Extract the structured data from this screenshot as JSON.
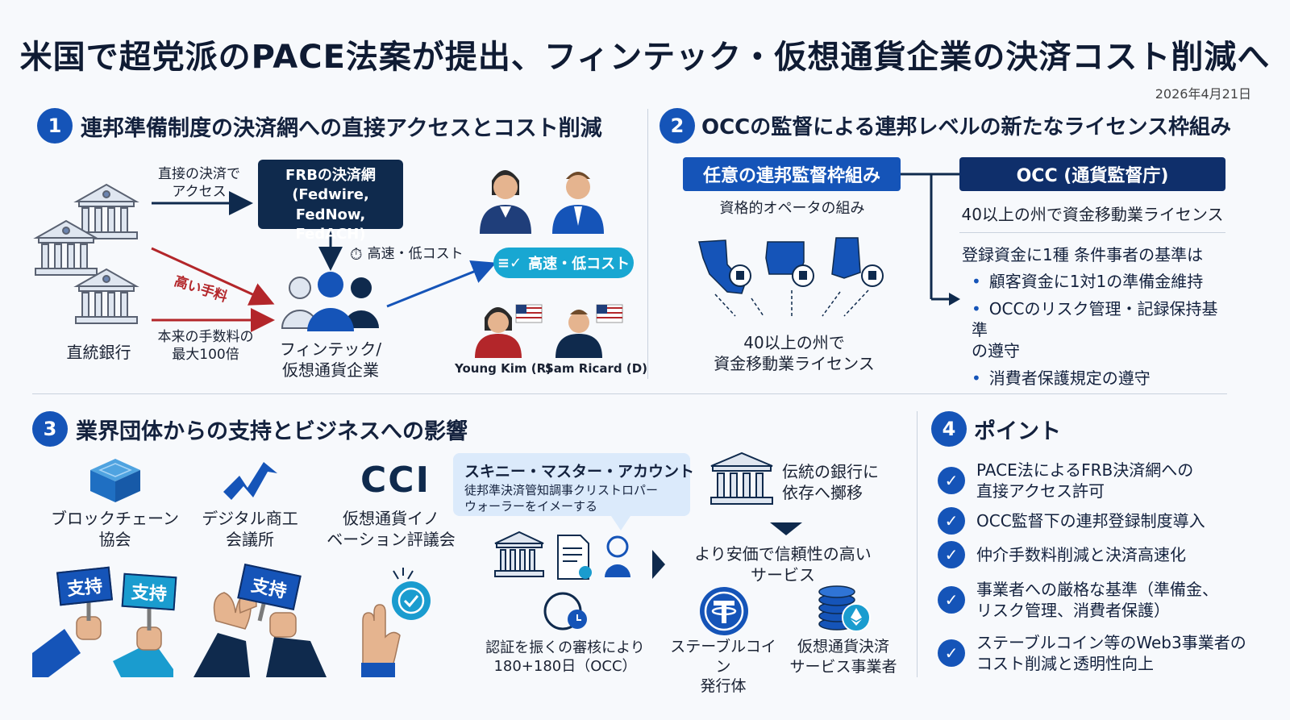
{
  "title": "米国で超党派のPACE法案が提出、フィンテック・仮想通貨企業の決済コスト削減へ",
  "date": "2026年4月21日",
  "sections": {
    "s1": {
      "num": "1",
      "title": "連邦準備制度の決済網への直接アクセスとコスト削減",
      "direct_access_label": "直接の決済で\nアクセス",
      "frb_box": "FRBの決済網\n(Fedwire, FedNow,\nFedACH)",
      "high_fee_label": "高い手料",
      "fee_note": "本来の手数料の\n最大100倍",
      "bank_label": "直統銀行",
      "speed_label": "高速・低コスト",
      "speed_pill": "高速・低コスト",
      "fintech_label": "フィンテック/\n仮想通貨企業",
      "sponsor1": "Young Kim (R)",
      "sponsor2": "Sam Ricard (D)"
    },
    "s2": {
      "num": "2",
      "title": "OCCの監督による連邦レベルの新たなライセンス枠組み",
      "left_box": "任意の連邦監督枠組み",
      "left_sub": "資格的オペータの組み",
      "right_box": "OCC (通貨監督庁)",
      "right_sub": "40以上の州で資金移動業ライセンス",
      "map_label": "40以上の州で\n資金移動業ライセンス",
      "req_heading": "登録資金に1種 条件事者の基準は",
      "bullets": [
        "顧客資金に1対1の準備金維持",
        "OCCのリスク管理・記録保持基準\nの遵守",
        "消費者保護規定の遵守"
      ]
    },
    "s3": {
      "num": "3",
      "title": "業界団体からの支持とビジネスへの影響",
      "org1": "ブロックチェーン\n協会",
      "org2": "デジタル商工\n会議所",
      "org3_logo": "CCI",
      "org3": "仮想通貨イノ\nベーション評議会",
      "sign_text": "支持",
      "bubble_title": "スキニー・マスター・アカウント",
      "bubble_body": "徒邦準決済管知調事クリストロパー\nウォーラーをイメーする",
      "shift_label": "伝統の銀行に\n依存へ擲移",
      "cheaper_label": "より安価で信頼性の高い\nサービス",
      "review_label": "認証を振くの審核により\n180+180日（OCC）",
      "stable_label": "ステーブルコイン\n発行体",
      "crypto_label": "仮想通貨決済\nサービス事業者"
    },
    "s4": {
      "num": "4",
      "title": "ポイント",
      "points": [
        "PACE法によるFRB決済網への\n直接アクセス許可",
        "OCC監督下の連邦登録制度導入",
        "仲介手数料削減と決済高速化",
        "事業者への厳格な基準（準備金、\nリスク管理、消費者保護）",
        "ステーブルコイン等のWeb3事業者の\nコスト削減と透明性向上"
      ]
    }
  },
  "colors": {
    "primary": "#1554b8",
    "navy": "#0f2a4d",
    "accent": "#18a7d2",
    "red": "#b3262a"
  }
}
